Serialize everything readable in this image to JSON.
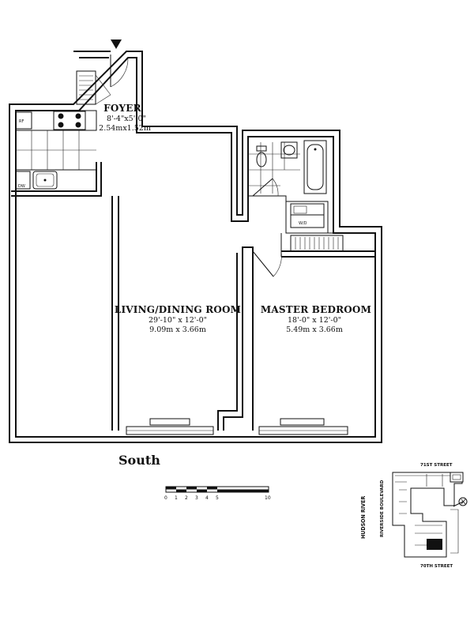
{
  "rooms": {
    "foyer": {
      "name": "FOYER",
      "dim_imperial": "8'-4\"x5'-0\"",
      "dim_metric": "2.54mx1.52m"
    },
    "living": {
      "name": "LIVING/DINING ROOM",
      "dim_imperial": "29'-10\" x 12'-0\"",
      "dim_metric": "9.09m x 3.66m"
    },
    "bedroom": {
      "name": "MASTER BEDROOM",
      "dim_imperial": "18'-0\" x 12'-0\"",
      "dim_metric": "5.49m x 3.66m"
    }
  },
  "appliances": {
    "refrigerator": "RF",
    "dishwasher": "DW",
    "washer_dryer": "W/D"
  },
  "orientation_label": "South",
  "scale_bar": {
    "ticks": [
      "0",
      "1",
      "2",
      "3",
      "4",
      "5",
      "10"
    ]
  },
  "location_map": {
    "north_street": "71ST STREET",
    "south_street": "70TH STREET",
    "river": "HUDSON RIVER",
    "boulevard": "RIVERSIDE BOULEVARD"
  }
}
